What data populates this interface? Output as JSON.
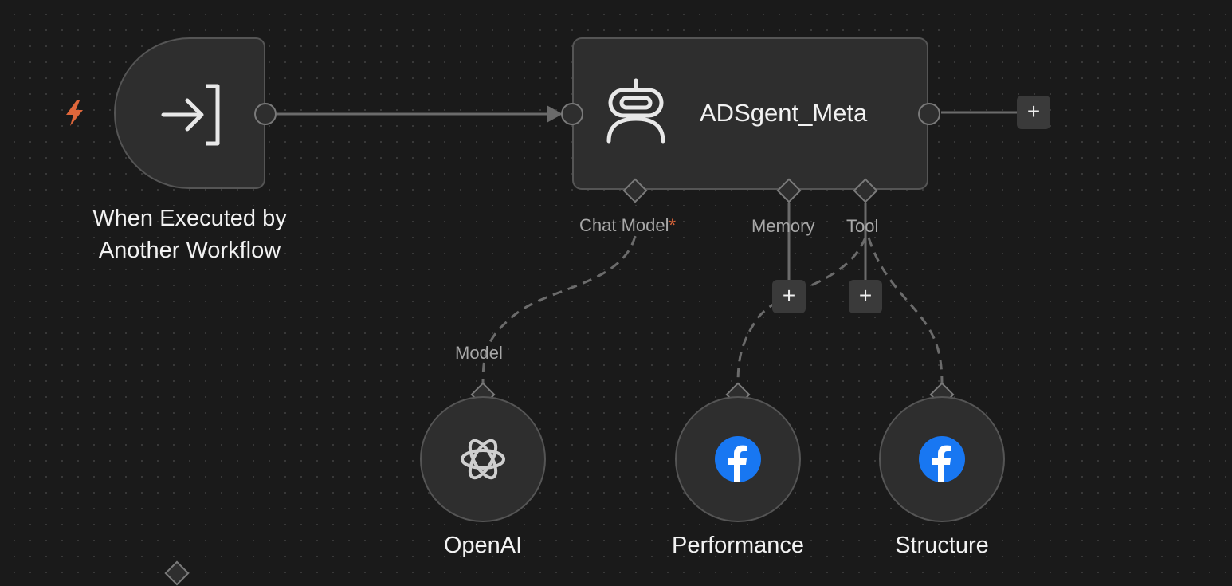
{
  "canvas": {
    "background": "#1a1a1a",
    "accent": "#e0673b",
    "facebook_blue": "#1877f2"
  },
  "trigger_node": {
    "title_line1": "When Executed by",
    "title_line2": "Another Workflow",
    "icon": "enter-arrow-icon",
    "badge_icon": "lightning-bolt-icon"
  },
  "agent_node": {
    "title": "ADSgent_Meta",
    "icon": "robot-icon",
    "ports": {
      "chat_model": "Chat Model",
      "chat_model_required": "*",
      "memory": "Memory",
      "tool": "Tool"
    }
  },
  "add_buttons": {
    "label": "+"
  },
  "sub_nodes": {
    "openai": {
      "title": "OpenAI",
      "port_label": "Model",
      "icon": "openai-icon"
    },
    "performance": {
      "title": "Performance",
      "icon": "facebook-icon"
    },
    "structure": {
      "title": "Structure",
      "icon": "facebook-icon"
    }
  }
}
